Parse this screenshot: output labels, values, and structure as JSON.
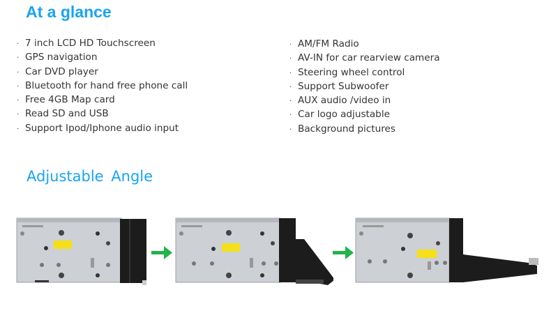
{
  "section_overview": {
    "title": "At a glance",
    "features_left": [
      "7 inch LCD HD Touchscreen",
      "GPS navigation",
      "Car DVD player",
      "Bluetooth for hand free phone call",
      "Free 4GB Map card",
      "Read SD and USB",
      "Support Ipod/Iphone audio input"
    ],
    "features_right": [
      "AM/FM Radio",
      "AV-IN for car rearview camera",
      "Steering wheel control",
      "Support Subwoofer",
      "AUX audio /video in",
      "Car logo adjustable",
      "Background pictures"
    ],
    "bullet": "·"
  },
  "section_angle": {
    "title": "Adjustable  Angle",
    "images": [
      "unit-closed",
      "unit-tilted-steep",
      "unit-tilted-flat"
    ],
    "arrow_icon": "right-arrow-icon"
  },
  "colors": {
    "heading": "#1aa3f0",
    "text": "#333333",
    "arrow": "#22b34a",
    "chassis": "#c9cbcf",
    "panel": "#1a1a1a",
    "sticker": "#f4e01a"
  }
}
